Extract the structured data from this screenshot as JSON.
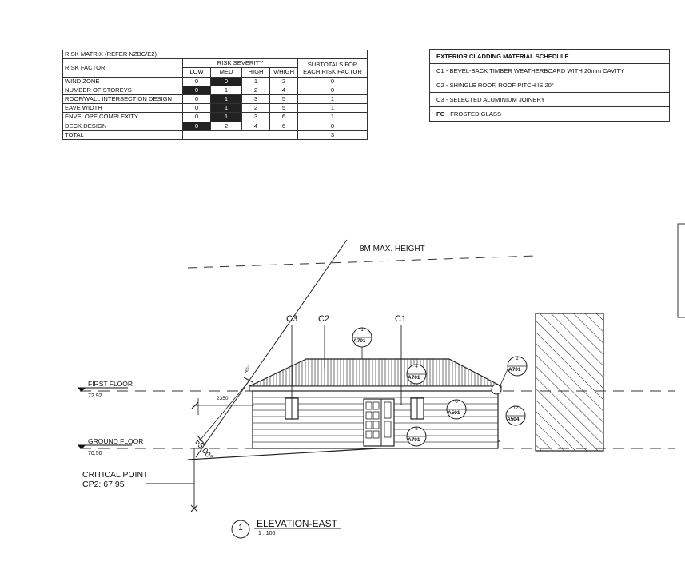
{
  "risk_matrix": {
    "title": "RISK MATRIX (REFER NZBC/E2)",
    "col_risk_factor": "RISK FACTOR",
    "col_severity": "RISK SEVERITY",
    "col_subtotals": "SUBTOTALS FOR EACH RISK FACTOR",
    "levels": [
      "LOW",
      "MED",
      "HIGH",
      "V/HIGH"
    ],
    "rows": [
      {
        "factor": "WIND ZONE",
        "values": [
          "0",
          "0",
          "1",
          "2"
        ],
        "selected": 1,
        "subtotal": "0"
      },
      {
        "factor": "NUMBER OF STOREYS",
        "values": [
          "0",
          "1",
          "2",
          "4"
        ],
        "selected": 0,
        "subtotal": "0"
      },
      {
        "factor": "ROOF/WALL INTERSECTION DESIGN",
        "values": [
          "0",
          "1",
          "3",
          "5"
        ],
        "selected": 1,
        "subtotal": "1"
      },
      {
        "factor": "EAVE WIDTH",
        "values": [
          "0",
          "1",
          "2",
          "5"
        ],
        "selected": 1,
        "subtotal": "1"
      },
      {
        "factor": "ENVELOPE COMPLEXITY",
        "values": [
          "0",
          "1",
          "3",
          "6"
        ],
        "selected": 1,
        "subtotal": "1"
      },
      {
        "factor": "DECK DESIGN",
        "values": [
          "0",
          "2",
          "4",
          "6"
        ],
        "selected": 0,
        "subtotal": "0"
      }
    ],
    "total_label": "TOTAL",
    "total_value": "3"
  },
  "cladding_schedule": {
    "title": "EXTERIOR CLADDING MATERIAL SCHEDULE",
    "items": [
      {
        "code": "C1",
        "text": " - BEVEL-BACK TIMBER WEATHERBOARD WITH 20mm CAVITY"
      },
      {
        "code": "C2",
        "text": " - SHINGLE ROOF, ROOF PITCH IS 20°"
      },
      {
        "code": "C3",
        "text": " - SELECTED ALUMINIUM JOINERY"
      },
      {
        "code": "FG",
        "text": " - FROSTED GLASS"
      }
    ]
  },
  "elevation": {
    "max_height_label": "8M MAX. HEIGHT",
    "material_tags": [
      "C3",
      "C2",
      "C1"
    ],
    "first_floor": {
      "label": "FIRST FLOOR",
      "level": "72.92"
    },
    "ground_floor": {
      "label": "GROUND FLOOR",
      "level": "70.50"
    },
    "critical_point": {
      "label": "CRITICAL POINT",
      "value": "CP2: 67.95"
    },
    "dim_2350": "2350",
    "angle_label": "55.00°",
    "angle_small": "45°",
    "callouts": [
      {
        "top": "1",
        "bottom": "A701"
      },
      {
        "top": "4",
        "bottom": "A701"
      },
      {
        "top": "2",
        "bottom": "A701"
      },
      {
        "top": "6",
        "bottom": "A501"
      },
      {
        "top": "12",
        "bottom": "A504"
      },
      {
        "top": "5",
        "bottom": "A701"
      }
    ],
    "view_number": "1",
    "view_title": "ELEVATION-EAST",
    "view_scale": "1 : 100"
  }
}
